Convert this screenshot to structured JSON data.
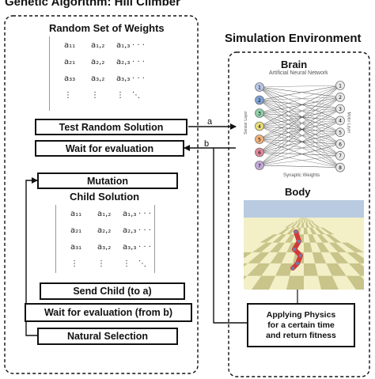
{
  "left_panel": {
    "title": "Genetic Algorithm: Hill Climber",
    "random_weights_title": "Random Set of Weights",
    "matrix1": [
      [
        "a₁₁",
        "a₁,₂",
        "a₁,₃",
        "· · ·"
      ],
      [
        "a₂₁",
        "a₂,₂",
        "a₂,₃",
        "· · ·"
      ],
      [
        "a₃₃",
        "a₃,₂",
        "a₃,₃",
        "· · ·"
      ],
      [
        "⋮",
        "⋮",
        "⋮",
        "⋱"
      ]
    ],
    "test_random_solution": "Test Random Solution",
    "wait_for_evaluation": "Wait for evaluation",
    "mutation": "Mutation",
    "child_solution_title": "Child Solution",
    "matrix2": [
      [
        "a₁₁",
        "a₁,₂",
        "a₁,₃",
        "· · ·"
      ],
      [
        "a₂₁",
        "a₂,₂",
        "a₂,₃",
        "· · ·"
      ],
      [
        "a₃₁",
        "a₃,₂",
        "a₃,₃",
        "· · ·"
      ],
      [
        "⋮",
        "⋮",
        "⋮",
        "⋱"
      ]
    ],
    "send_child": "Send Child (to a)",
    "wait_from_b": "Wait for evaluation (from b)",
    "natural_selection": "Natural Selection"
  },
  "right_panel": {
    "title": "Simulation Environment",
    "brain_title": "Brain",
    "nn_title": "Artificial Neural Network",
    "nn_left_label": "Sensor Layer",
    "nn_right_label": "Motor Layer",
    "nn_bottom_label": "Synaptic Weights",
    "body_title": "Body",
    "physics_line1": "Applying Physics",
    "physics_line2": "for a certain time",
    "physics_line3": "and return fitness"
  },
  "arrows": {
    "a_label": "a",
    "b_label": "b"
  },
  "sensor_nodes": [
    "1",
    "2",
    "3",
    "4",
    "5",
    "6",
    "7"
  ],
  "motor_nodes": [
    "1",
    "2",
    "3",
    "4",
    "5",
    "6",
    "7",
    "8"
  ],
  "colors": {
    "sensor_colors": [
      "#b9c7e6",
      "#7fa3d6",
      "#8fd0a8",
      "#e6dd7a",
      "#f0b27a",
      "#e08a9a",
      "#c2a8d8"
    ],
    "checker_light": "#f3f0c8",
    "checker_dark": "#c8c48a",
    "sky": "#b9cbe0",
    "robot": "#d23a3a"
  }
}
